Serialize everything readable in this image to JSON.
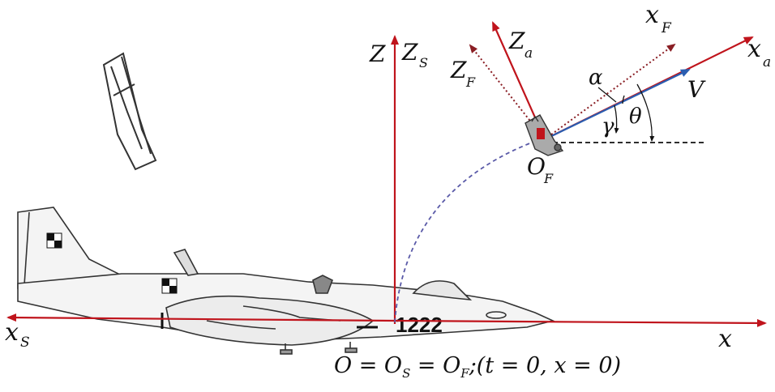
{
  "colors": {
    "axis_red": "#c0141c",
    "velocity_blue": "#2a5db0",
    "dotted_brown": "#8a1e24",
    "trajectory_purple": "#5a5aa8",
    "aircraft_line": "#333333"
  },
  "labels": {
    "xs_main": "x",
    "xs_sub": "S",
    "x_axis": "x",
    "z_main": "Z",
    "zs_main": "Z",
    "zs_sub": "S",
    "za_main": "Z",
    "za_sub": "a",
    "zf_main": "Z",
    "zf_sub": "F",
    "xf_main": "x",
    "xf_sub": "F",
    "xa_main": "x",
    "xa_sub": "a",
    "alpha": "α",
    "v": "V",
    "theta": "θ",
    "gamma": "γ",
    "of_main": "O",
    "of_sub": "F",
    "tail_number": "1222",
    "origin_equation": "O = O",
    "origin_eq_sub1": "S",
    "origin_eq_mid": " = O",
    "origin_eq_sub2": "F",
    "origin_eq_tail": ";(t = 0,  x = 0)"
  },
  "icons": {
    "aircraft": "jet-aircraft-side-view",
    "canopy": "jettisoned-canopy",
    "seat": "ejection-seat"
  }
}
